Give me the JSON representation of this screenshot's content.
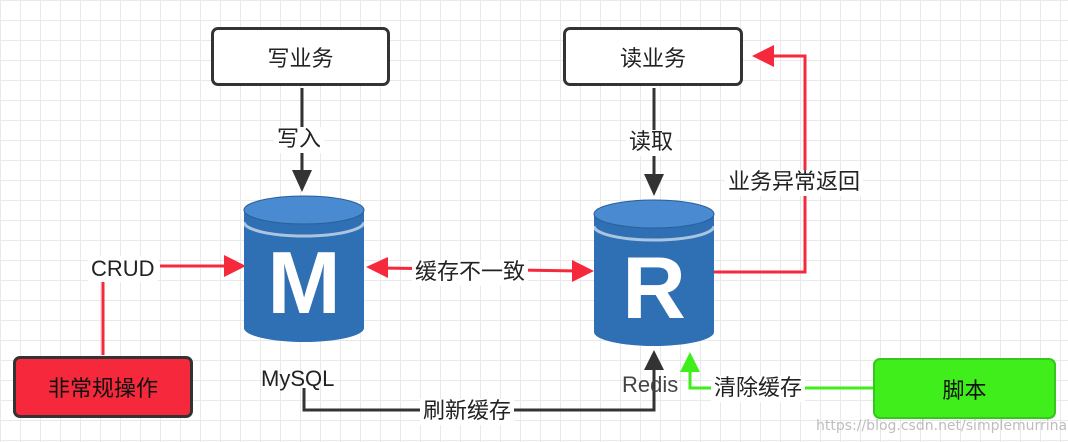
{
  "nodes": {
    "write_business": "写业务",
    "read_business": "读业务",
    "abnormal_ops": "非常规操作",
    "script": "脚本",
    "mysql_letter": "M",
    "mysql_name": "MySQL",
    "redis_letter": "R",
    "redis_name": "Redis"
  },
  "edges": {
    "write_in": "写入",
    "read_out": "读取",
    "crud": "CRUD",
    "inconsistency": "缓存不一致",
    "refresh_cache": "刷新缓存",
    "business_exception": "业务异常返回",
    "clear_cache": "清除缓存"
  },
  "watermark": "https://blog.csdn.net/simplemurrina",
  "colors": {
    "database_blue": "#2f6fb3",
    "database_top": "#4a8ad0",
    "red_arrow": "#f5293b",
    "green_arrow": "#3fee1a",
    "black_arrow": "#333333"
  }
}
